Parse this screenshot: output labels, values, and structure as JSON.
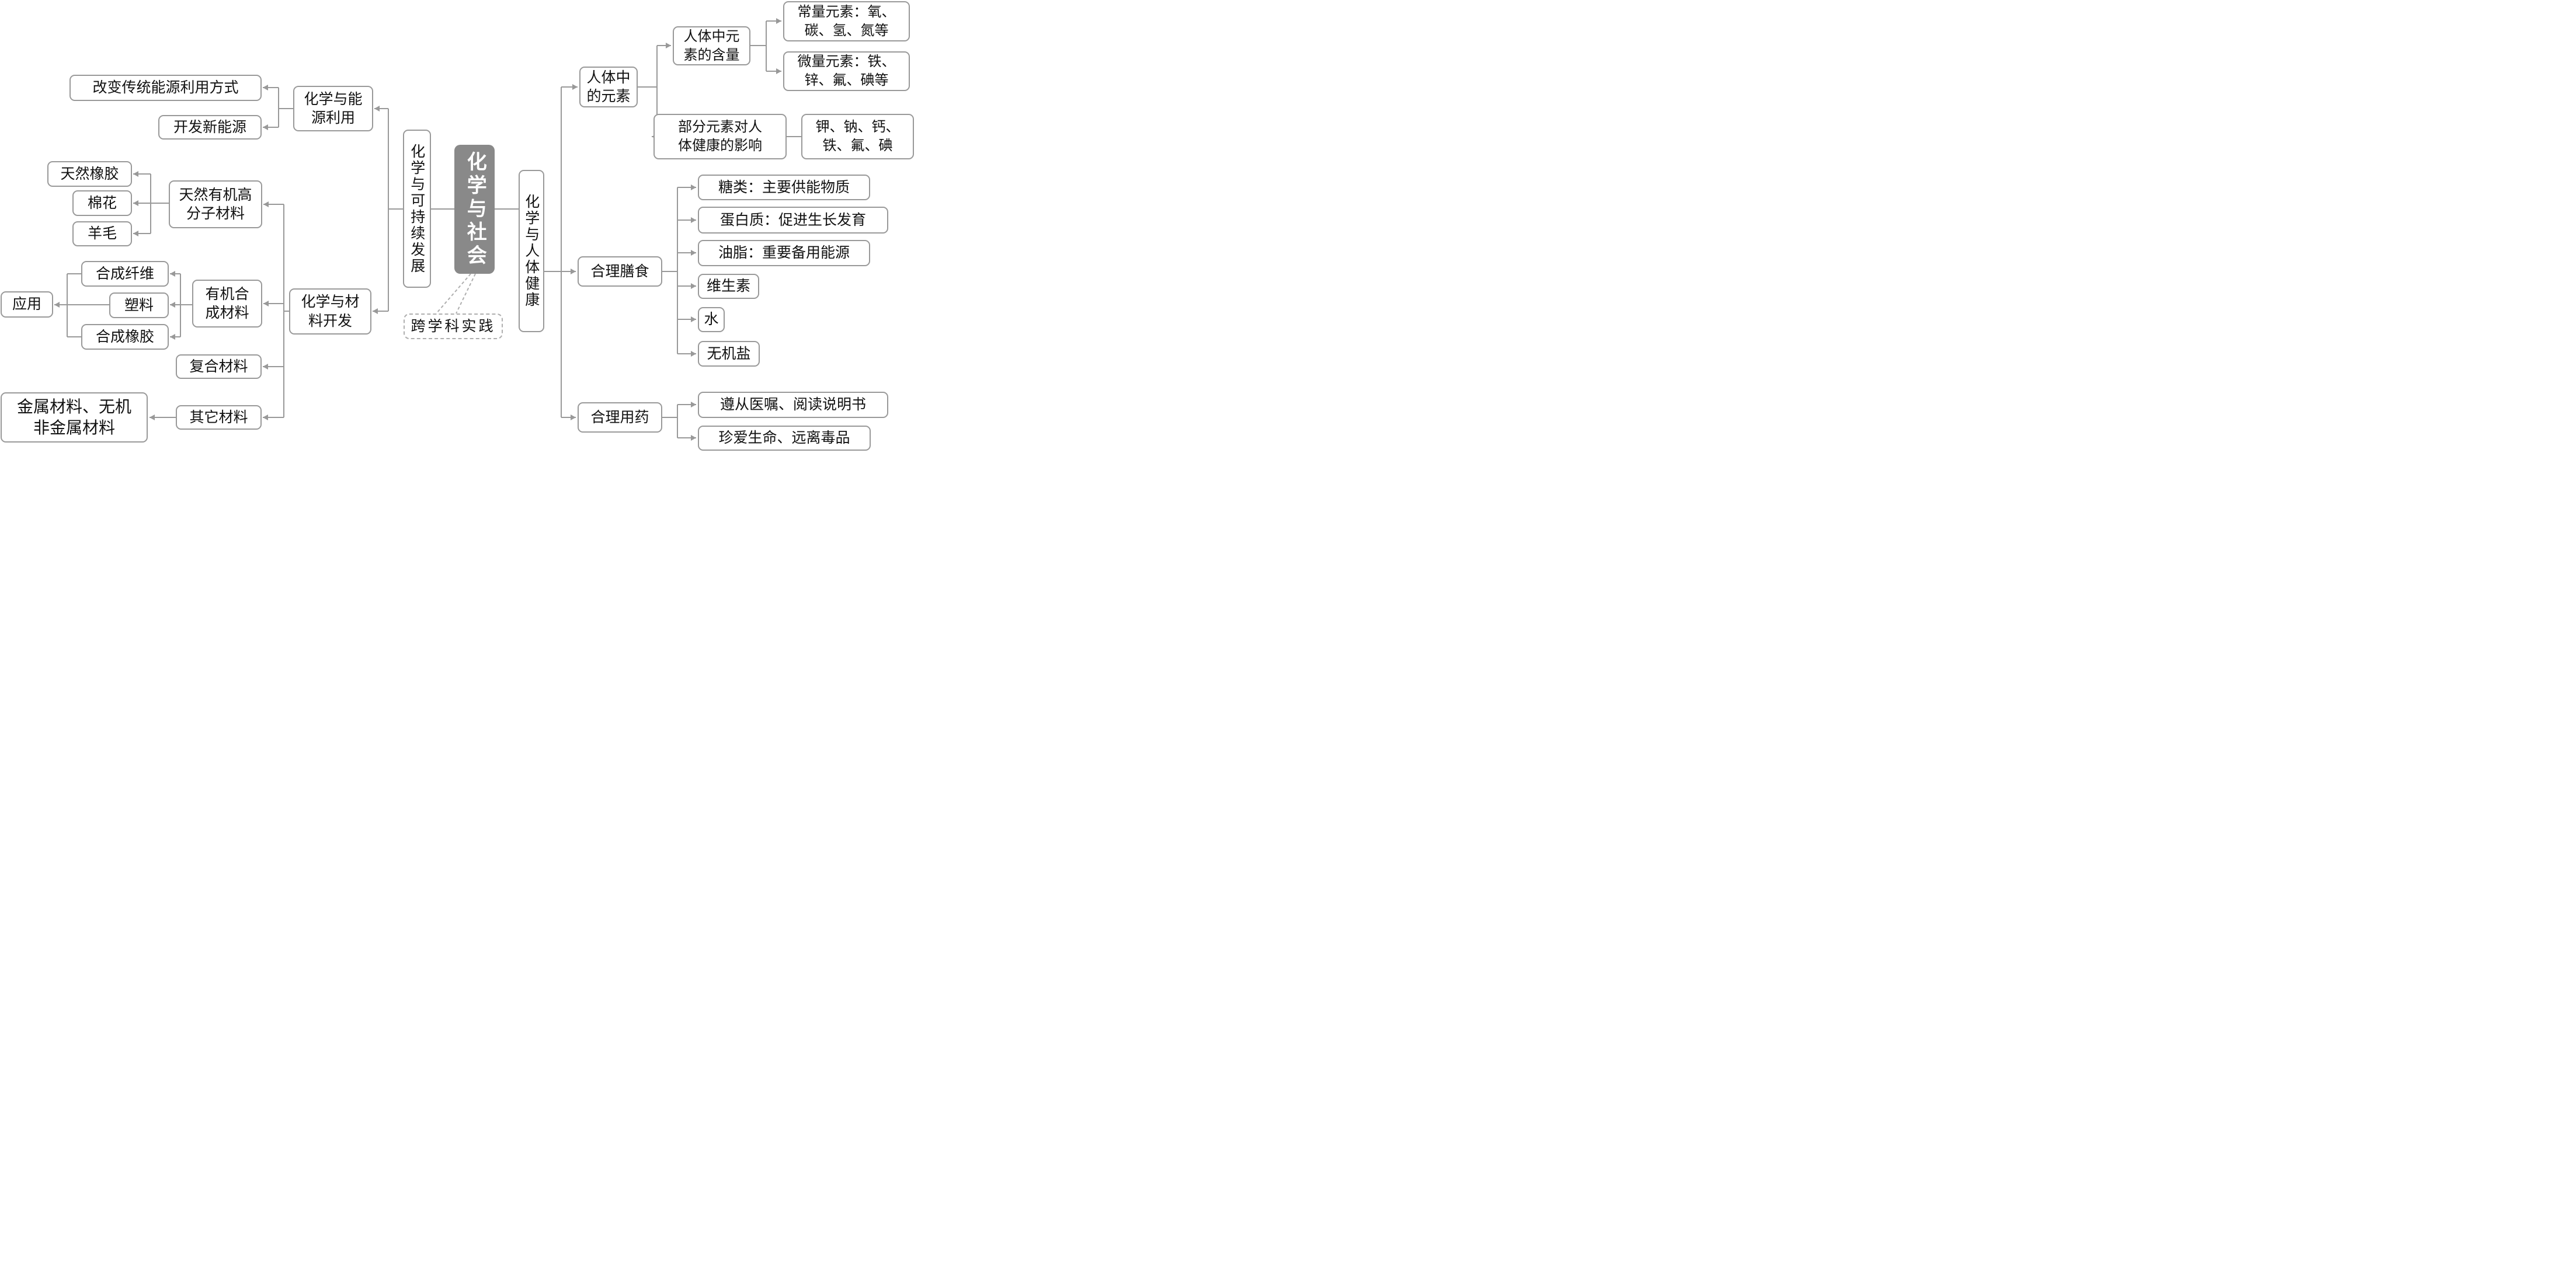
{
  "root": {
    "label": "化学与社会"
  },
  "practice": {
    "label": "跨学科实践"
  },
  "sustainable": {
    "label": "化学与可持续发展",
    "energy": {
      "label": "化学与能\n源利用",
      "items": [
        "改变传统能源利用方式",
        "开发新能源"
      ]
    },
    "materials": {
      "label": "化学与材\n料开发",
      "natural": {
        "label": "天然有机高\n分子材料",
        "items": [
          "天然橡胶",
          "棉花",
          "羊毛"
        ]
      },
      "synthetic": {
        "label": "有机合\n成材料",
        "items": [
          "合成纤维",
          "塑料",
          "合成橡胶"
        ],
        "application": "应用"
      },
      "composite": "复合材料",
      "other": {
        "label": "其它材料",
        "items": [
          "金属材料、无机\n非金属材料"
        ]
      }
    }
  },
  "health": {
    "label": "化学与人体健康",
    "elements": {
      "label": "人体中\n的元素",
      "content": {
        "label": "人体中元\n素的含量",
        "items": [
          "常量元素：氧、\n碳、氢、氮等",
          "微量元素：铁、\n锌、氟、碘等"
        ]
      },
      "effect": {
        "label": "部分元素对人\n体健康的影响",
        "items": [
          "钾、钠、钙、\n铁、氟、碘"
        ]
      }
    },
    "diet": {
      "label": "合理膳食",
      "items": [
        "糖类：主要供能物质",
        "蛋白质：促进生长发育",
        "油脂：重要备用能源",
        "维生素",
        "水",
        "无机盐"
      ]
    },
    "medication": {
      "label": "合理用药",
      "items": [
        "遵从医嘱、阅读说明书",
        "珍爱生命、远离毒品"
      ]
    }
  },
  "colors": {
    "line": "#999999",
    "border": "#999999",
    "root_bg": "#898989",
    "root_text": "#ffffff"
  }
}
